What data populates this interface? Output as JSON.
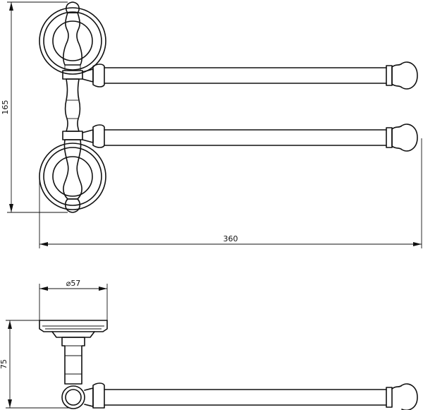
{
  "drawing": {
    "dimensions": {
      "height": "165",
      "width": "360",
      "diameter": "57",
      "depth": "75"
    },
    "symbols": {
      "diameter": "⌀"
    }
  }
}
